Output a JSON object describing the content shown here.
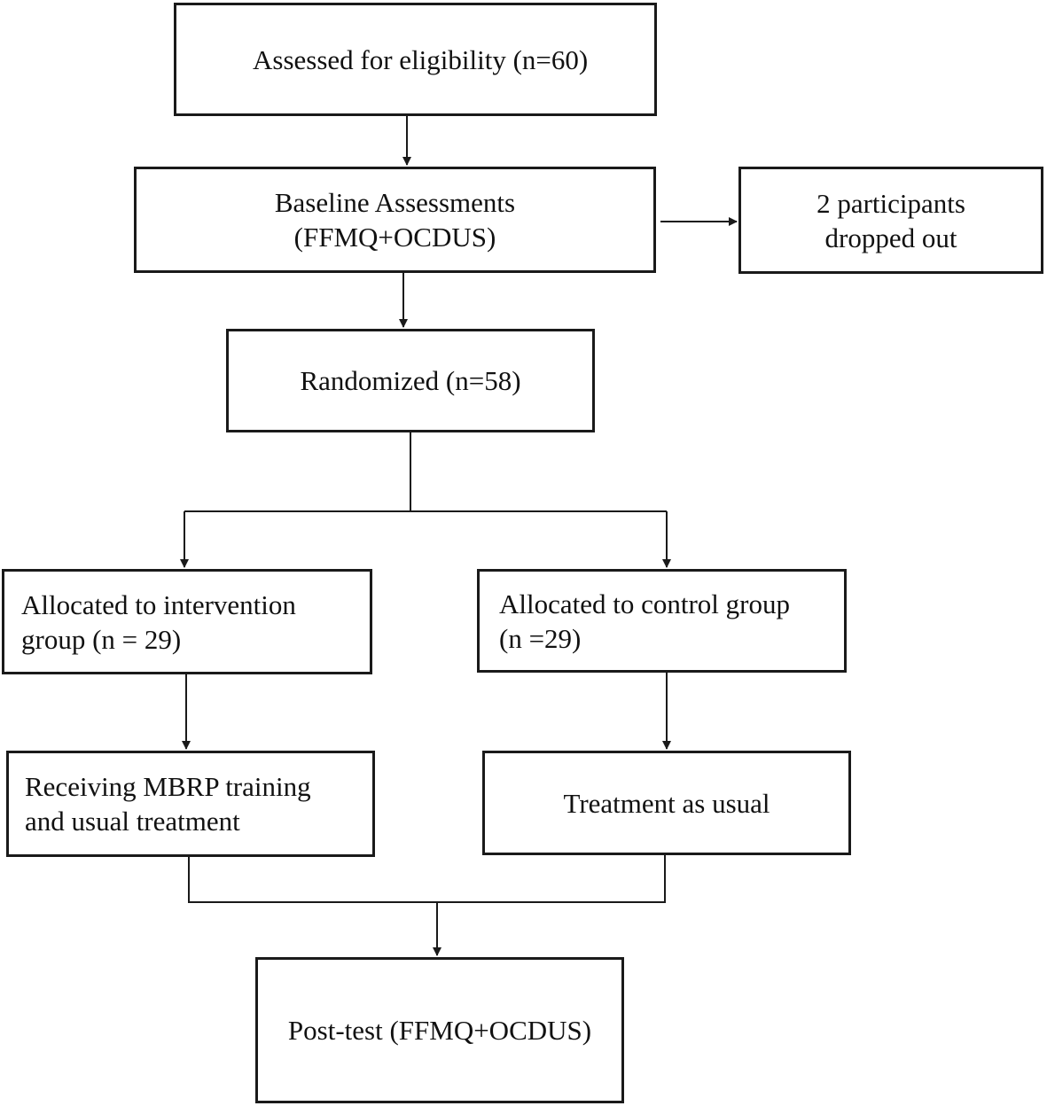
{
  "boxes": {
    "assessed": {
      "lines": [
        "Assessed for eligibility (n=60)"
      ]
    },
    "baseline": {
      "lines": [
        "Baseline Assessments",
        "(FFMQ+OCDUS)"
      ]
    },
    "dropped": {
      "lines": [
        "2 participants",
        "dropped out"
      ]
    },
    "randomized": {
      "lines": [
        "Randomized (n=58)"
      ]
    },
    "intervention": {
      "lines": [
        "Allocated to intervention",
        "group (n = 29)"
      ]
    },
    "control": {
      "lines": [
        "Allocated to control group",
        "(n =29)"
      ]
    },
    "mbrp": {
      "lines": [
        "Receiving MBRP training",
        "and usual treatment"
      ]
    },
    "tau": {
      "lines": [
        "Treatment as usual"
      ]
    },
    "post": {
      "lines": [
        "Post-test (FFMQ+OCDUS)"
      ]
    }
  },
  "colors": {
    "line": "#1a1a1a",
    "background": "#ffffff"
  }
}
